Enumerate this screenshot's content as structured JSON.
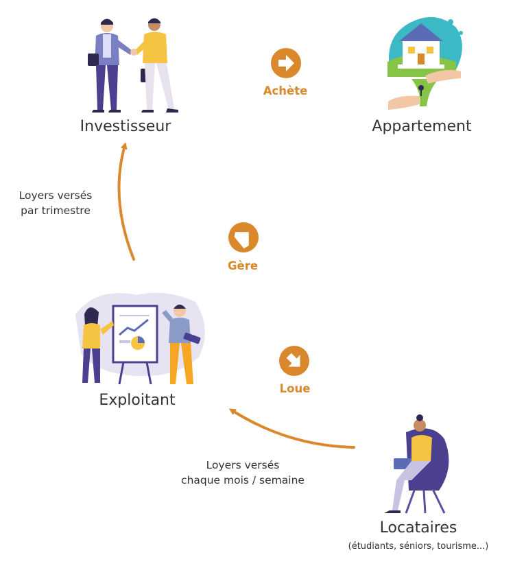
{
  "colors": {
    "accent": "#d9892c",
    "text": "#333333",
    "purple": "#4b3f8f",
    "yellow": "#f5c443",
    "lavender": "#e8e3f3",
    "teal": "#3bb9c4",
    "green": "#86c447"
  },
  "nodes": {
    "investisseur": {
      "label": "Investisseur",
      "icon": "handshake-people-icon"
    },
    "appartement": {
      "label": "Appartement",
      "icon": "house-keys-icon"
    },
    "exploitant": {
      "label": "Exploitant",
      "icon": "presentation-board-icon"
    },
    "locataires": {
      "label": "Locataires",
      "sublabel": "(étudiants, séniors, tourisme...)",
      "icon": "woman-laptop-chair-icon"
    }
  },
  "actions": {
    "achete": {
      "label": "Achète",
      "icon": "arrow-right-icon"
    },
    "gere": {
      "label": "Gère",
      "icon": "arrow-down-left-icon"
    },
    "loue": {
      "label": "Loue",
      "icon": "arrow-down-right-icon"
    }
  },
  "flows": {
    "to_investisseur": {
      "line1": "Loyers versés",
      "line2": "par trimestre"
    },
    "to_exploitant": {
      "line1": "Loyers versés",
      "line2": "chaque mois / semaine"
    }
  }
}
